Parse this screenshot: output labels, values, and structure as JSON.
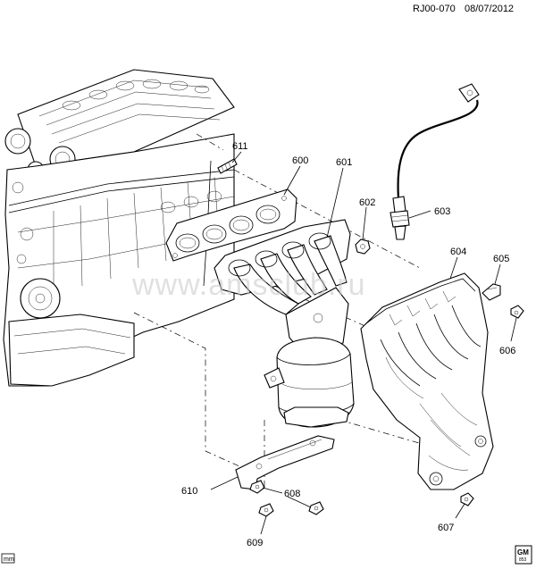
{
  "header": {
    "ref_code": "RJ00-070",
    "date": "08/07/2012"
  },
  "watermark": "www.amsclub.ru",
  "units_box": "mm",
  "logo": {
    "text": "GM",
    "sub": "853"
  },
  "callouts": {
    "p600": "600",
    "p601": "601",
    "p602": "602",
    "p603": "603",
    "p604": "604",
    "p605": "605",
    "p606": "606",
    "p607": "607",
    "p608": "608",
    "p609": "609",
    "p610": "610",
    "p611": "611"
  },
  "components": [
    "engine-block",
    "exhaust-manifold-gasket",
    "exhaust-manifold-catalytic-converter",
    "nut",
    "oxygen-sensor",
    "heat-shield",
    "bracket",
    "bolt",
    "stud"
  ]
}
